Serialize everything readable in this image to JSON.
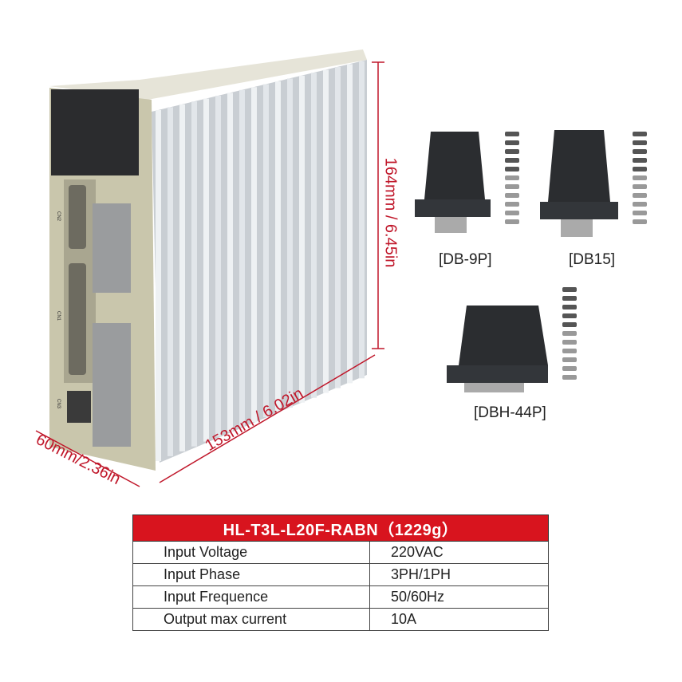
{
  "product": {
    "port_labels": [
      "CN2",
      "CN1",
      "CN3"
    ]
  },
  "dimensions": {
    "height": "164mm / 6.45in",
    "length": "153mm / 6.02in",
    "width": "60mm/2.36in"
  },
  "connectors": [
    {
      "label": "[DB-9P]"
    },
    {
      "label": "[DB15]"
    },
    {
      "label": "[DBH-44P]"
    }
  ],
  "spec_table": {
    "title": "HL-T3L-L20F-RABN（1229g）",
    "rows": [
      {
        "name": "Input Voltage",
        "value": "220VAC"
      },
      {
        "name": "Input Phase",
        "value": "3PH/1PH"
      },
      {
        "name": "Input Frequence",
        "value": "50/60Hz"
      },
      {
        "name": "Output max current",
        "value": "10A"
      }
    ]
  },
  "colors": {
    "accent": "#d8141e",
    "dimension": "#c0172a"
  }
}
